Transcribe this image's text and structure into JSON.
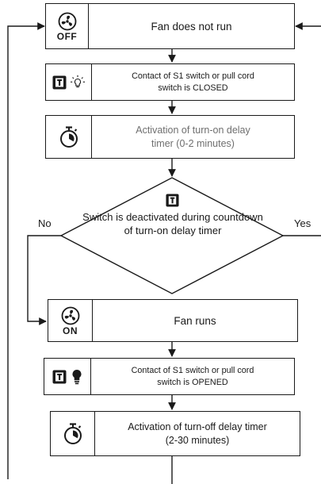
{
  "steps": {
    "fan_off": {
      "text": "Fan does not run",
      "badge": "OFF",
      "icon": "fan-icon"
    },
    "contact_closed": {
      "text": "Contact of S1 switch or pull cord switch is CLOSED",
      "icons": [
        "switch-icon",
        "light-bulb-outline-icon"
      ]
    },
    "turn_on_timer": {
      "text": "Activation of turn-on delay timer (0-2 minutes)",
      "icon": "stopwatch-icon"
    },
    "decision": {
      "text": "Switch is deactivated during countdown of turn-on delay timer",
      "icon": "switch-icon",
      "no_label": "No",
      "yes_label": "Yes"
    },
    "fan_on": {
      "text": "Fan runs",
      "badge": "ON",
      "icon": "fan-icon"
    },
    "contact_opened": {
      "text": "Contact of S1 switch or pull cord switch is OPENED",
      "icons": [
        "switch-icon",
        "light-bulb-filled-icon"
      ]
    },
    "turn_off_timer": {
      "text": "Activation of turn-off delay timer (2-30 minutes)",
      "icon": "stopwatch-icon"
    }
  },
  "colors": {
    "line": "#1a1a1a",
    "muted_text": "#6f6f6f"
  }
}
